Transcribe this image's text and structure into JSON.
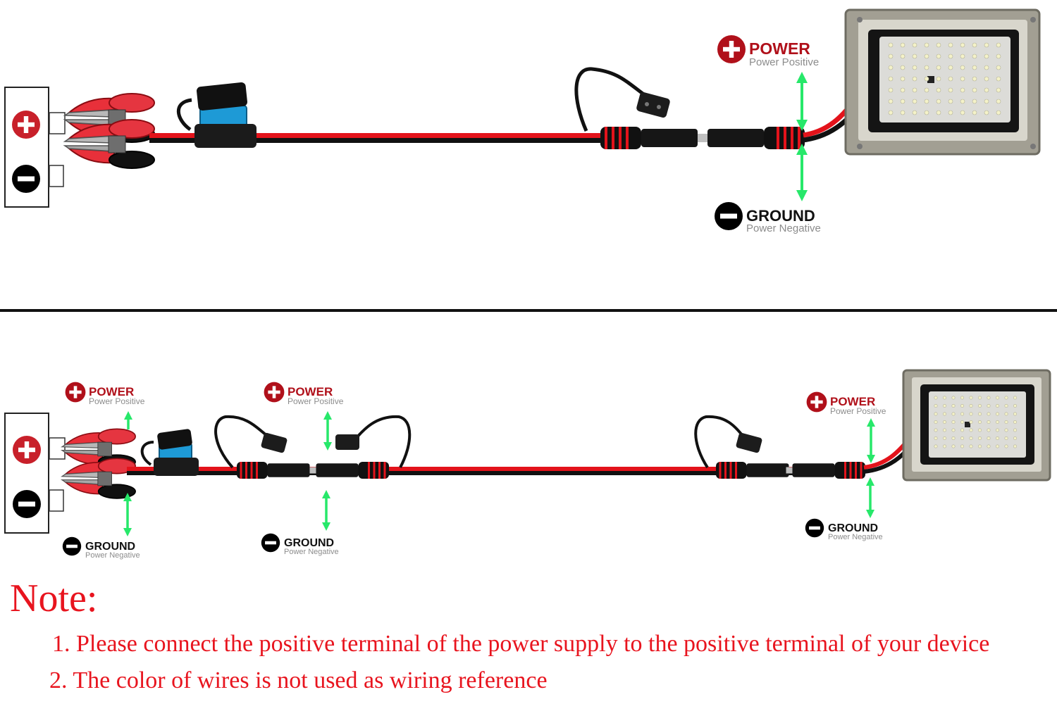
{
  "colors": {
    "power_red": "#b0101a",
    "wire_red": "#e3131b",
    "wire_black": "#111111",
    "arrow_green": "#27e86a",
    "note_red": "#e8141e",
    "fuse_blue": "#1e9ad6",
    "housing_grey": "#9c9a8e"
  },
  "labels": {
    "power_title": "POWER",
    "power_sub": "Power Positive",
    "ground_title": "GROUND",
    "ground_sub": "Power Negative"
  },
  "icons": {
    "positive": "plus-circle-icon",
    "negative": "minus-circle-icon",
    "arrow": "double-arrow-icon"
  },
  "note": {
    "title": "Note:",
    "lines": [
      "1. Please connect the positive terminal of the power supply to the positive terminal of your device",
      "2. The color of wires is not used as wiring reference"
    ]
  }
}
